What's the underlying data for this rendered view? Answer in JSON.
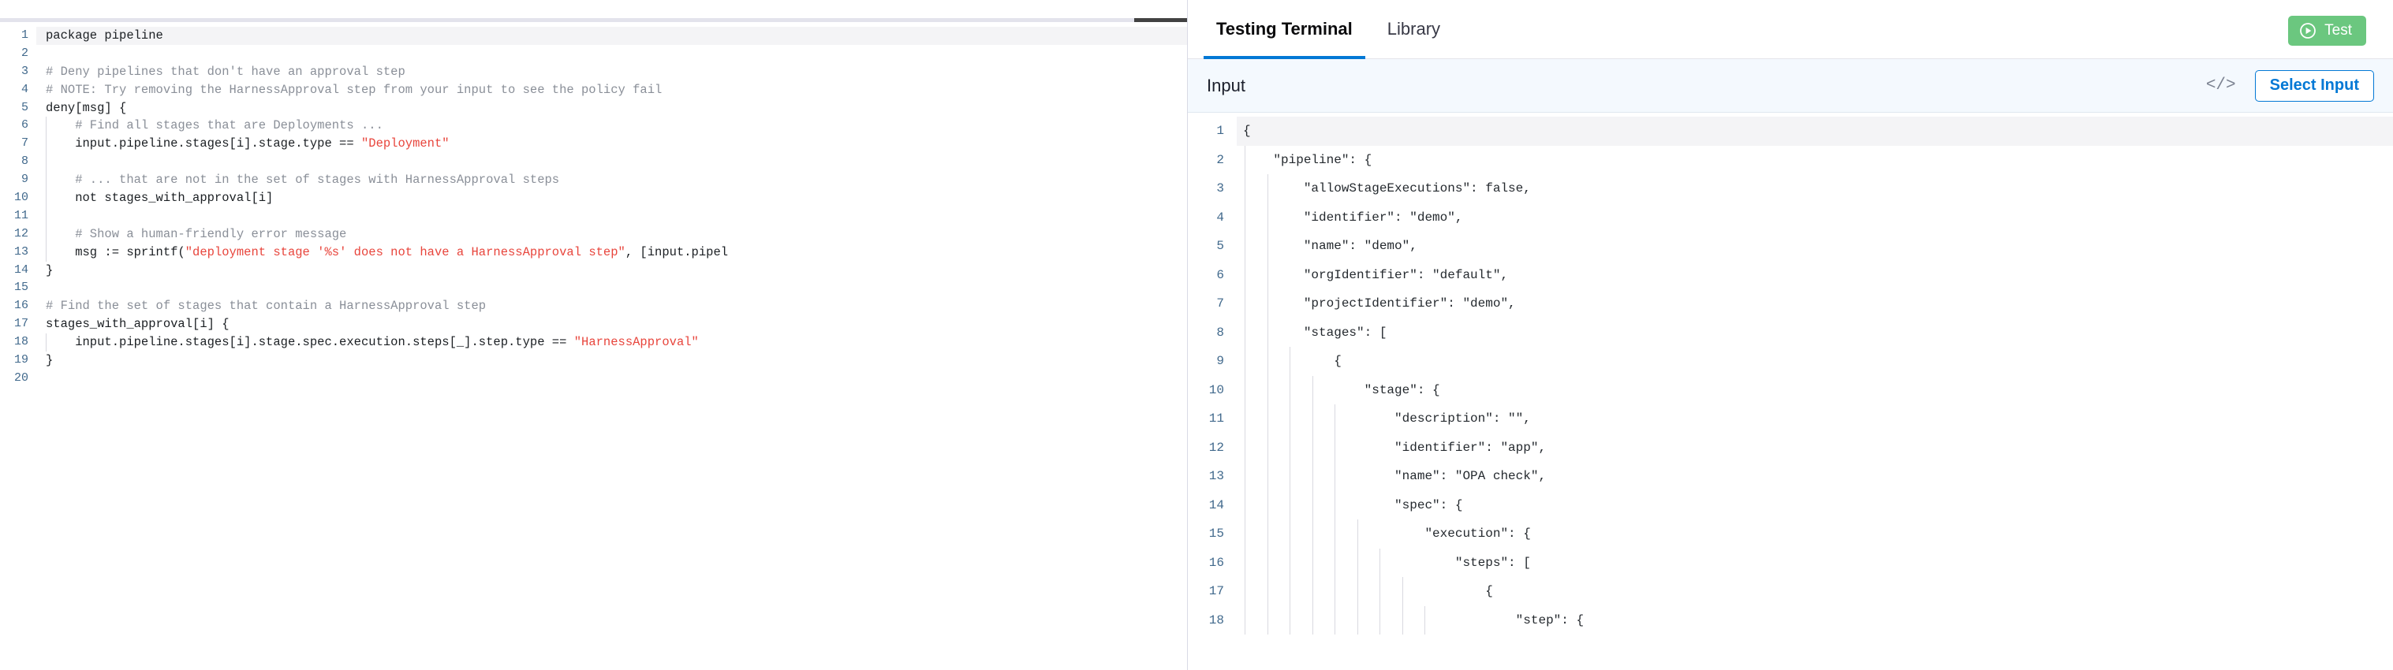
{
  "editor": {
    "name": "rego-policy-editor",
    "language": "rego",
    "active_line": 1,
    "lines": [
      {
        "n": 1,
        "indent": 0,
        "tokens": [
          {
            "t": "plain",
            "s": "package pipeline"
          }
        ]
      },
      {
        "n": 2,
        "indent": 0,
        "tokens": []
      },
      {
        "n": 3,
        "indent": 0,
        "tokens": [
          {
            "t": "comment",
            "s": "# Deny pipelines that don't have an approval step"
          }
        ]
      },
      {
        "n": 4,
        "indent": 0,
        "tokens": [
          {
            "t": "comment",
            "s": "# NOTE: Try removing the HarnessApproval step from your input to see the policy fail"
          }
        ]
      },
      {
        "n": 5,
        "indent": 0,
        "tokens": [
          {
            "t": "plain",
            "s": "deny[msg] {"
          }
        ]
      },
      {
        "n": 6,
        "indent": 1,
        "tokens": [
          {
            "t": "comment",
            "s": "    # Find all stages that are Deployments ..."
          }
        ]
      },
      {
        "n": 7,
        "indent": 1,
        "tokens": [
          {
            "t": "plain",
            "s": "    input.pipeline.stages[i].stage.type == "
          },
          {
            "t": "string",
            "s": "\"Deployment\""
          }
        ]
      },
      {
        "n": 8,
        "indent": 1,
        "tokens": []
      },
      {
        "n": 9,
        "indent": 1,
        "tokens": [
          {
            "t": "comment",
            "s": "    # ... that are not in the set of stages with HarnessApproval steps"
          }
        ]
      },
      {
        "n": 10,
        "indent": 1,
        "tokens": [
          {
            "t": "plain",
            "s": "    not stages_with_approval[i]"
          }
        ]
      },
      {
        "n": 11,
        "indent": 1,
        "tokens": []
      },
      {
        "n": 12,
        "indent": 1,
        "tokens": [
          {
            "t": "comment",
            "s": "    # Show a human-friendly error message"
          }
        ]
      },
      {
        "n": 13,
        "indent": 1,
        "tokens": [
          {
            "t": "plain",
            "s": "    msg := sprintf("
          },
          {
            "t": "string",
            "s": "\"deployment stage '%s' does not have a HarnessApproval step\""
          },
          {
            "t": "plain",
            "s": ", [input.pipel"
          }
        ]
      },
      {
        "n": 14,
        "indent": 0,
        "tokens": [
          {
            "t": "plain",
            "s": "}"
          }
        ]
      },
      {
        "n": 15,
        "indent": 0,
        "tokens": []
      },
      {
        "n": 16,
        "indent": 0,
        "tokens": [
          {
            "t": "comment",
            "s": "# Find the set of stages that contain a HarnessApproval step"
          }
        ]
      },
      {
        "n": 17,
        "indent": 0,
        "tokens": [
          {
            "t": "plain",
            "s": "stages_with_approval[i] {"
          }
        ]
      },
      {
        "n": 18,
        "indent": 1,
        "tokens": [
          {
            "t": "plain",
            "s": "    input.pipeline.stages[i].stage.spec.execution.steps[_].step.type == "
          },
          {
            "t": "string",
            "s": "\"HarnessApproval\""
          }
        ]
      },
      {
        "n": 19,
        "indent": 0,
        "tokens": [
          {
            "t": "plain",
            "s": "}"
          }
        ]
      },
      {
        "n": 20,
        "indent": 0,
        "tokens": []
      }
    ]
  },
  "right_panel": {
    "tabs": [
      {
        "label": "Testing Terminal",
        "active": true
      },
      {
        "label": "Library",
        "active": false
      }
    ],
    "test_button": {
      "label": "Test",
      "icon": "play-circle-icon",
      "color": "#6bc77f"
    },
    "input_bar": {
      "title": "Input",
      "code_toggle_icon": "</>",
      "select_input_label": "Select Input"
    },
    "json_editor": {
      "name": "input-json-editor",
      "active_line": 1,
      "lines": [
        {
          "n": 1,
          "guides": 0,
          "text": "{"
        },
        {
          "n": 2,
          "guides": 1,
          "text": "    \"pipeline\": {"
        },
        {
          "n": 3,
          "guides": 2,
          "text": "        \"allowStageExecutions\": false,"
        },
        {
          "n": 4,
          "guides": 2,
          "text": "        \"identifier\": \"demo\","
        },
        {
          "n": 5,
          "guides": 2,
          "text": "        \"name\": \"demo\","
        },
        {
          "n": 6,
          "guides": 2,
          "text": "        \"orgIdentifier\": \"default\","
        },
        {
          "n": 7,
          "guides": 2,
          "text": "        \"projectIdentifier\": \"demo\","
        },
        {
          "n": 8,
          "guides": 2,
          "text": "        \"stages\": ["
        },
        {
          "n": 9,
          "guides": 3,
          "text": "            {"
        },
        {
          "n": 10,
          "guides": 4,
          "text": "                \"stage\": {"
        },
        {
          "n": 11,
          "guides": 5,
          "text": "                    \"description\": \"\","
        },
        {
          "n": 12,
          "guides": 5,
          "text": "                    \"identifier\": \"app\","
        },
        {
          "n": 13,
          "guides": 5,
          "text": "                    \"name\": \"OPA check\","
        },
        {
          "n": 14,
          "guides": 5,
          "text": "                    \"spec\": {"
        },
        {
          "n": 15,
          "guides": 6,
          "text": "                        \"execution\": {"
        },
        {
          "n": 16,
          "guides": 7,
          "text": "                            \"steps\": ["
        },
        {
          "n": 17,
          "guides": 8,
          "text": "                                {"
        },
        {
          "n": 18,
          "guides": 9,
          "text": "                                    \"step\": {"
        }
      ]
    }
  }
}
